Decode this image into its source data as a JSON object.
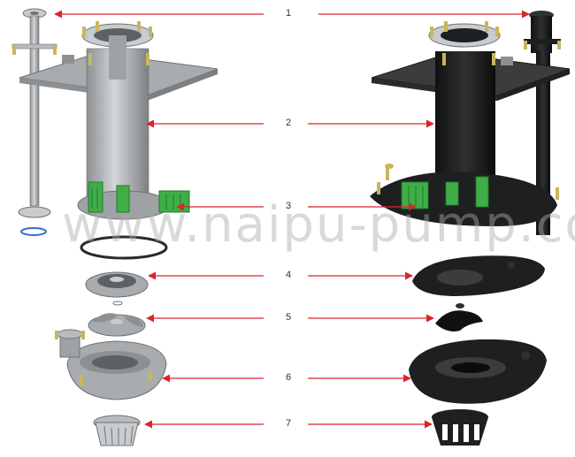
{
  "callouts": [
    {
      "label": "1",
      "part": "outlet-pipe"
    },
    {
      "label": "2",
      "part": "column-and-mounting-plate"
    },
    {
      "label": "3",
      "part": "strainer"
    },
    {
      "label": "4",
      "part": "back-liner"
    },
    {
      "label": "5",
      "part": "impeller"
    },
    {
      "label": "6",
      "part": "volute-casing"
    },
    {
      "label": "7",
      "part": "lower-strainer"
    }
  ],
  "watermark": "www.naipu-pump.com",
  "colors": {
    "arrow": "#d9252b",
    "steel": "#b9bcbf",
    "steel_dark": "#8d9093",
    "black_part": "#1d1f21",
    "plate_black": "#3a3c3e",
    "green_strainer": "#3fae49",
    "bolt": "#c9b65a",
    "rubber_ring": "#2a2a2a"
  }
}
